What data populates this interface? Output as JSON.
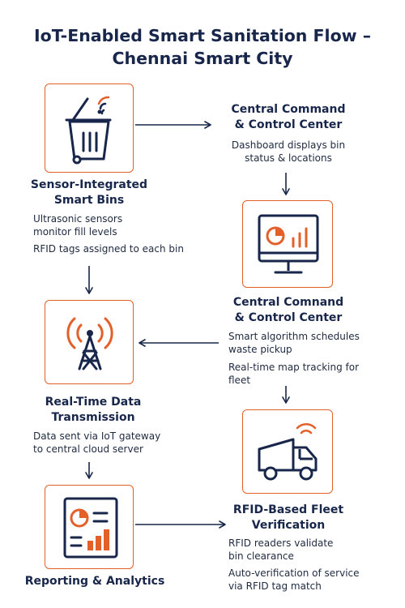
{
  "title": {
    "line1": "IoT-Enabled Smart Sanitation Flow –",
    "line2": "Chennai Smart City"
  },
  "nodes": {
    "smart_bins": {
      "title_line1": "Sensor-Integrated",
      "title_line2": "Smart Bins",
      "desc1_line1": "Ultrasonic sensors",
      "desc1_line2": "monitor fill levels",
      "desc2": "RFID tags assigned to each bin",
      "icon": "smart-bin-icon"
    },
    "command_center_1": {
      "title_line1": "Central Command",
      "title_line2": "& Control Center",
      "desc_line1": "Dashboard displays bin",
      "desc_line2": "status & locations"
    },
    "command_center_2": {
      "title_line1": "Central Comnand",
      "title_line2": "& Control Center",
      "desc1_line1": "Smart algorithm schedules",
      "desc1_line2": "waste pickup",
      "desc2_line1": "Real-time map tracking for",
      "desc2_line2": "fleet",
      "icon": "monitor-dashboard-icon"
    },
    "data_transmission": {
      "title_line1": "Real-Time Data",
      "title_line2": "Transmission",
      "desc_line1": "Data sent via IoT gateway",
      "desc_line2": "to central cloud server",
      "icon": "radio-tower-icon"
    },
    "reporting": {
      "title": "Reporting & Analytics",
      "icon": "report-chart-icon"
    },
    "fleet_verification": {
      "title_line1": "RFID-Based Fleet",
      "title_line2": "Verification",
      "desc1_line1": "RFID readers validate",
      "desc1_line2": "bin clearance",
      "desc2_line1": "Auto-verification of service",
      "desc2_line2": "via RFID tag match",
      "icon": "garbage-truck-icon"
    }
  },
  "colors": {
    "accent": "#e3602a",
    "navy": "#17264a"
  }
}
